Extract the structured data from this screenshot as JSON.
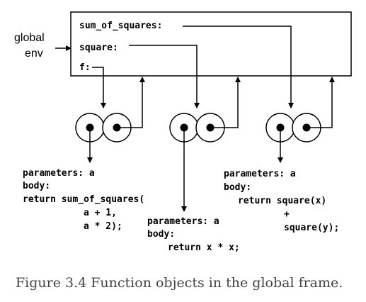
{
  "global_label": {
    "line1": "global",
    "line2": "env"
  },
  "frame": {
    "bindings": [
      "sum_of_squares:",
      "square:",
      "f:"
    ]
  },
  "function_f": {
    "lines": [
      "parameters: a",
      "body:",
      "return sum_of_squares(",
      "a + 1,",
      "a * 2);"
    ]
  },
  "function_square": {
    "lines": [
      "parameters: a",
      "body:",
      "return x * x;"
    ]
  },
  "function_sum_of_squares": {
    "lines": [
      "parameters: a",
      "body:",
      "return square(x)",
      "+",
      "square(y);"
    ]
  },
  "caption": {
    "label": "Figure 3.4",
    "text": "Function objects in the global frame."
  }
}
